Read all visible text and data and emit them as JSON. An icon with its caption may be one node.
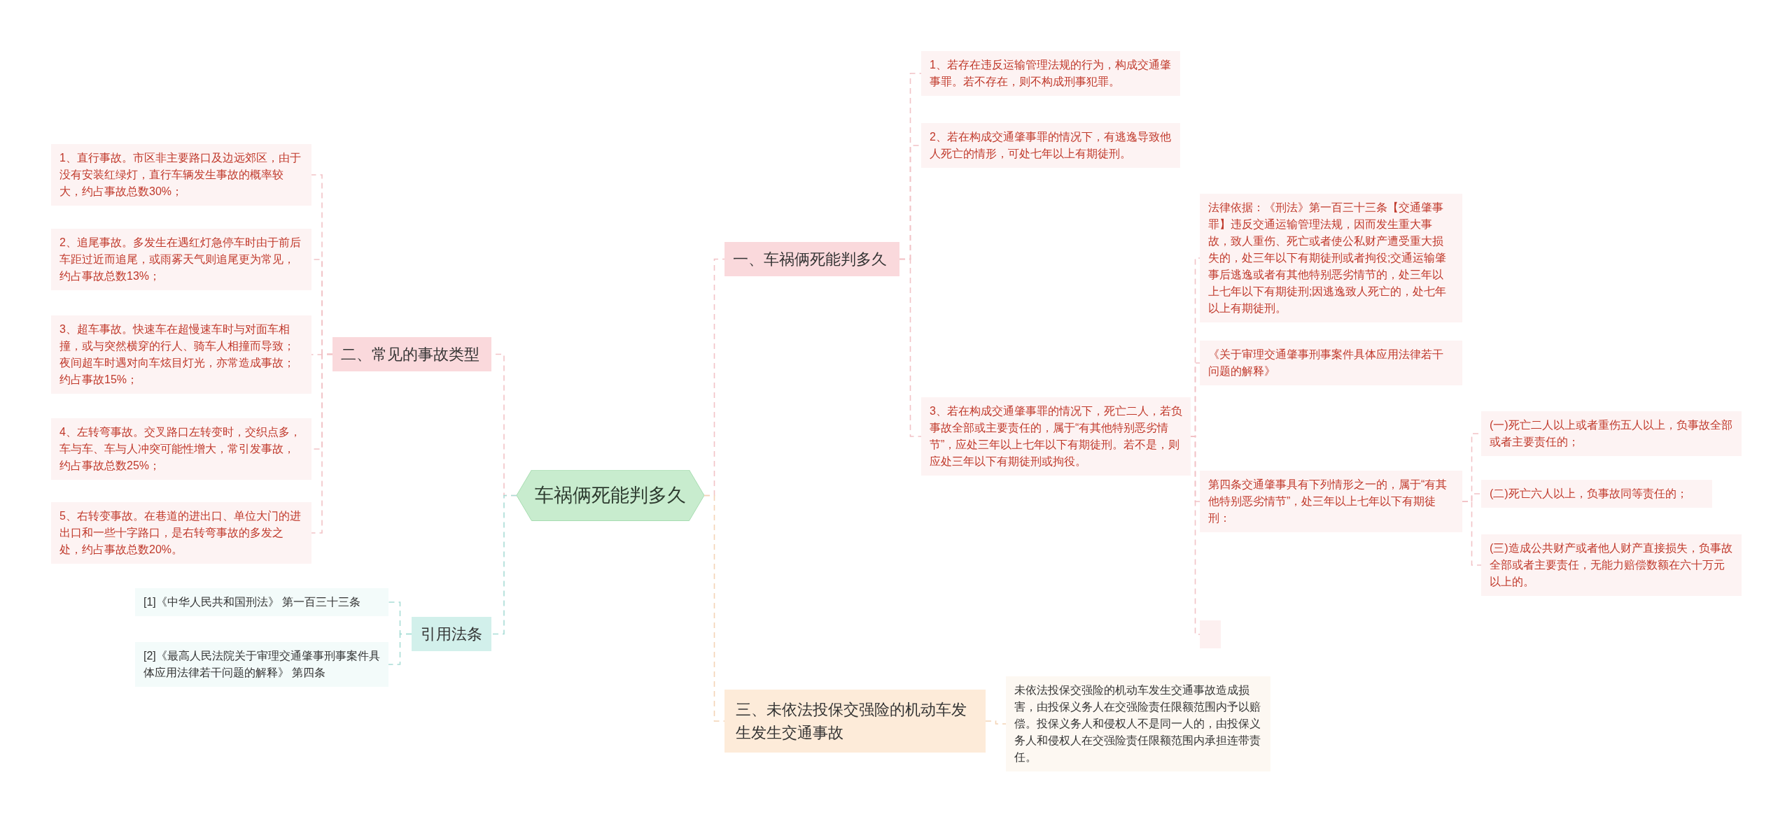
{
  "diagram": {
    "nodes": [
      {
        "text": [
          "车祸俩死能判多久"
        ]
      },
      {
        "text": [
          "一、车祸俩死能判多久"
        ]
      },
      {
        "text": [
          "二、常见的事故类型"
        ]
      },
      {
        "text": [
          "引用法条"
        ]
      },
      {
        "text": [
          "三、未依法投保交强险的机动车发生发生交通事故"
        ]
      },
      {
        "text": [
          "1、若存在违反运输管理法规的行为，构成交通肇事罪。若不存在，则不构成刑事犯罪。"
        ]
      },
      {
        "text": [
          "2、若在构成交通肇事罪的情况下，有逃逸导致他人死亡的情形，可处七年以上有期徒刑。"
        ]
      },
      {
        "text": [
          "3、若在构成交通肇事罪的情况下，死亡二人，若负事故全部或主要责任的，属于“有其他特别恶劣情节”，应处三年以上七年以下有期徒刑。若不是，则应处三年以下有期徒刑或拘役。"
        ]
      },
      {
        "text": [
          "法律依据：《刑法》第一百三十三条【交通肇事罪】违反交通运输管理法规，因而发生重大事故，致人重伤、死亡或者使公私财产遭受重大损失的，处三年以下有期徒刑或者拘役;交通运输肇事后逃逸或者有其他特别恶劣情节的，处三年以上七年以下有期徒刑;因逃逸致人死亡的，处七年以上有期徒刑。"
        ]
      },
      {
        "text": [
          "《关于审理交通肇事刑事案件具体应用法律若干问题的解释》"
        ]
      },
      {
        "text": [
          "第四条交通肇事具有下列情形之一的，属于“有其他特别恶劣情节”，处三年以上七年以下有期徒刑："
        ]
      },
      {
        "text": [],
        "shape": "box"
      },
      {
        "text": [
          "(一)死亡二人以上或者重伤五人以上，负事故全部或者主要责任的；"
        ]
      },
      {
        "text": [
          "(二)死亡六人以上，负事故同等责任的；"
        ]
      },
      {
        "text": [
          "(三)造成公共财产或者他人财产直接损失，负事故全部或者主要责任，无能力赔偿数额在六十万元以上的。"
        ]
      },
      {
        "text": [
          "1、直行事故。市区非主要路口及边远郊区，由于没有安装红绿灯，直行车辆发生事故的概率较大，约占事故总数30%；"
        ]
      },
      {
        "text": [
          "2、追尾事故。多发生在遇红灯急停车时由于前后车距过近而追尾，或雨雾天气则追尾更为常见，约占事故总数13%；"
        ]
      },
      {
        "text": [
          "3、超车事故。快速车在超慢速车时与对面车相撞，或与突然横穿的行人、骑车人相撞而导致；夜间超车时遇对向车炫目灯光，亦常造成事故；约占事故15%；"
        ]
      },
      {
        "text": [
          "4、左转弯事故。交叉路口左转变时，交织点多，车与车、车与人冲突可能性增大，常引发事故，约占事故总数25%；"
        ]
      },
      {
        "text": [
          "5、右转变事故。在巷道的进出口、单位大门的进出口和一些十字路口，是右转弯事故的多发之处，约占事故总数20%。"
        ]
      },
      {
        "text": [
          "[1]《中华人民共和国刑法》 第一百三十三条"
        ]
      },
      {
        "text": [
          "[2]《最高人民法院关于审理交通肇事刑事案件具体应用法律若干问题的解释》 第四条"
        ]
      },
      {
        "text": [
          "未依法投保交强险的机动车发生交通事故造成损害，由投保义务人在交强险责任限额范围内予以赔偿。投保义务人和侵权人不是同一人的，由投保义务人和侵权人在交强险责任限额范围内承担连带责任。"
        ]
      }
    ],
    "edges": [
      {
        "from": 0,
        "to": 1,
        "arrow": "none"
      },
      {
        "from": 0,
        "to": 2,
        "arrow": "none"
      },
      {
        "from": 0,
        "to": 3,
        "arrow": "none",
        "color": "#a9ddd6"
      },
      {
        "from": 0,
        "to": 4,
        "arrow": "none",
        "color": "#f3d3b5"
      },
      {
        "from": 1,
        "to": 5,
        "arrow": "none"
      },
      {
        "from": 1,
        "to": 6,
        "arrow": "none"
      },
      {
        "from": 1,
        "to": 7,
        "arrow": "none"
      },
      {
        "from": 7,
        "to": 8,
        "arrow": "none"
      },
      {
        "from": 7,
        "to": 9,
        "arrow": "none"
      },
      {
        "from": 7,
        "to": 10,
        "arrow": "none"
      },
      {
        "from": 7,
        "to": 11,
        "arrow": "none"
      },
      {
        "from": 10,
        "to": 12,
        "arrow": "none"
      },
      {
        "from": 10,
        "to": 13,
        "arrow": "none"
      },
      {
        "from": 10,
        "to": 14,
        "arrow": "none"
      },
      {
        "from": 2,
        "to": 15,
        "arrow": "none"
      },
      {
        "from": 2,
        "to": 16,
        "arrow": "none"
      },
      {
        "from": 2,
        "to": 17,
        "arrow": "none"
      },
      {
        "from": 2,
        "to": 18,
        "arrow": "none"
      },
      {
        "from": 2,
        "to": 19,
        "arrow": "none"
      },
      {
        "from": 3,
        "to": 20,
        "arrow": "none",
        "color": "#a9ddd6"
      },
      {
        "from": 3,
        "to": 21,
        "arrow": "none",
        "color": "#a9ddd6"
      },
      {
        "from": 4,
        "to": 22,
        "arrow": "none",
        "color": "#f3d3b5"
      }
    ]
  }
}
